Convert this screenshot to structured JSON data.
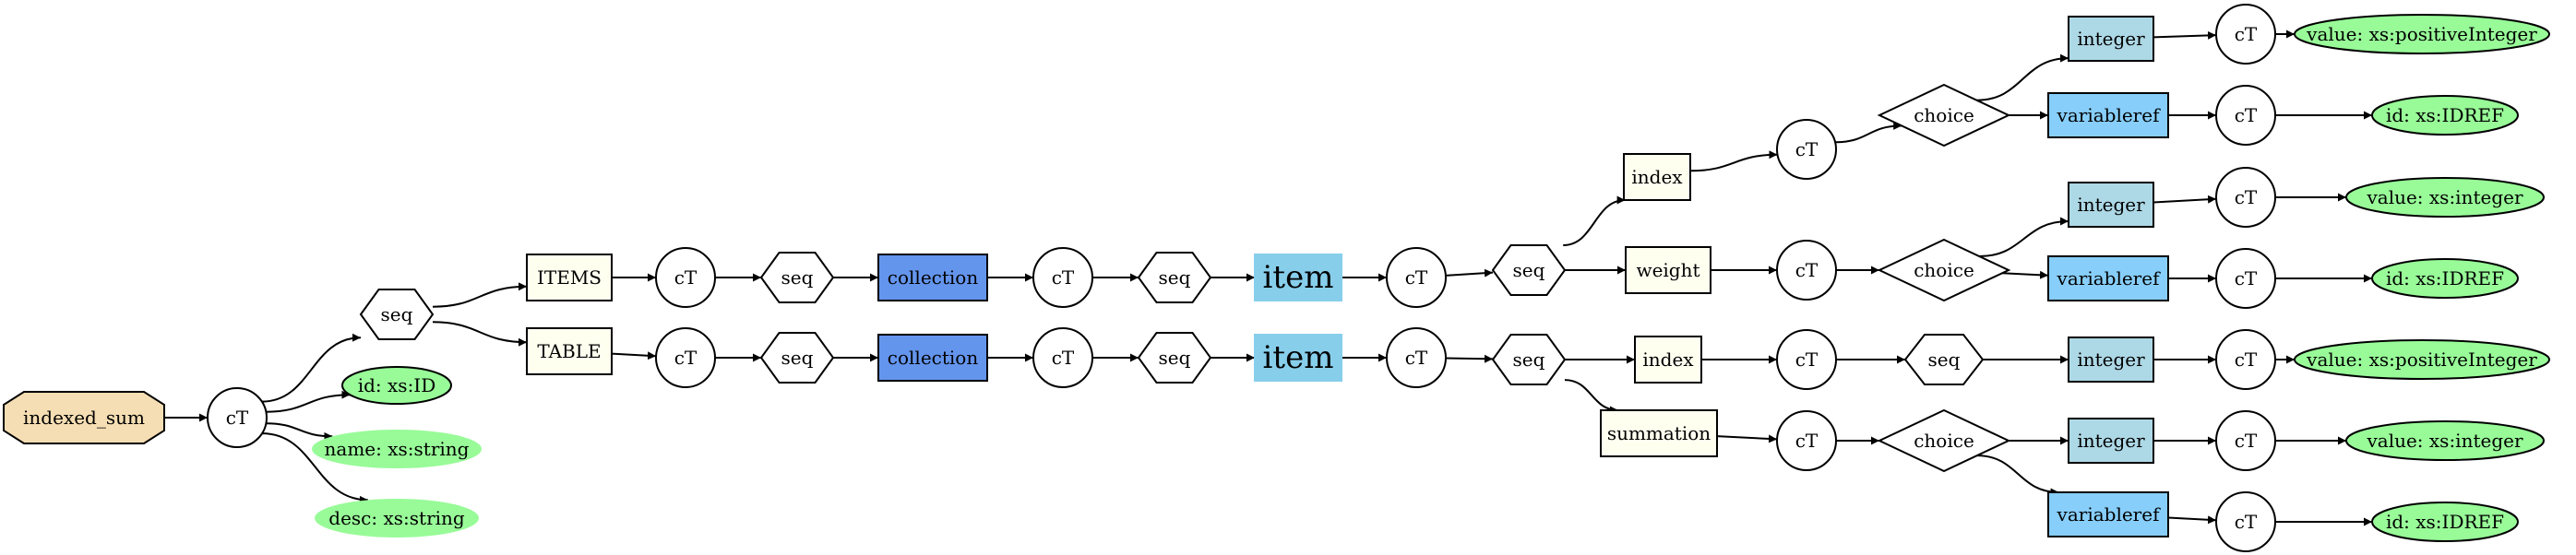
{
  "diagram": {
    "colors": {
      "root": "#f5deb3",
      "attribute": "#98fb98",
      "element_block": "#fffff0",
      "collection": "#6495ed",
      "item": "#87ceeb",
      "integer": "#add8e6",
      "variableref": "#87cefa",
      "plain": "#ffffff"
    },
    "nodes": [
      {
        "id": "root",
        "label": "indexed_sum",
        "kind": "octagon",
        "color": "root"
      },
      {
        "id": "ct0",
        "label": "cT",
        "kind": "circle",
        "color": "plain"
      },
      {
        "id": "seq0",
        "label": "seq",
        "kind": "hexagon",
        "color": "plain"
      },
      {
        "id": "attr_id",
        "label": "id: xs:ID",
        "kind": "ellipse",
        "color": "attribute"
      },
      {
        "id": "attr_name",
        "label": "name: xs:string",
        "kind": "ellipse-noborder",
        "color": "attribute"
      },
      {
        "id": "attr_desc",
        "label": "desc: xs:string",
        "kind": "ellipse-noborder",
        "color": "attribute"
      },
      {
        "id": "items",
        "label": "ITEMS",
        "kind": "box",
        "color": "element_block"
      },
      {
        "id": "ct_items",
        "label": "cT",
        "kind": "circle",
        "color": "plain"
      },
      {
        "id": "seq_items",
        "label": "seq",
        "kind": "hexagon",
        "color": "plain"
      },
      {
        "id": "coll_items",
        "label": "collection",
        "kind": "box",
        "color": "collection"
      },
      {
        "id": "ct_coll_items",
        "label": "cT",
        "kind": "circle",
        "color": "plain"
      },
      {
        "id": "seq_coll_items",
        "label": "seq",
        "kind": "hexagon",
        "color": "plain"
      },
      {
        "id": "item_items",
        "label": "item",
        "kind": "box-big",
        "color": "item"
      },
      {
        "id": "ct_item_items",
        "label": "cT",
        "kind": "circle",
        "color": "plain"
      },
      {
        "id": "seq_item_items",
        "label": "seq",
        "kind": "hexagon",
        "color": "plain"
      },
      {
        "id": "index1",
        "label": "index",
        "kind": "box",
        "color": "element_block"
      },
      {
        "id": "ct_index1",
        "label": "cT",
        "kind": "circle",
        "color": "plain"
      },
      {
        "id": "choice_index1",
        "label": "choice",
        "kind": "diamond",
        "color": "plain"
      },
      {
        "id": "int_index1",
        "label": "integer",
        "kind": "box",
        "color": "integer"
      },
      {
        "id": "ct_int_index1",
        "label": "cT",
        "kind": "circle",
        "color": "plain"
      },
      {
        "id": "val_int_index1",
        "label": "value: xs:positiveInteger",
        "kind": "ellipse",
        "color": "attribute"
      },
      {
        "id": "var_index1",
        "label": "variableref",
        "kind": "box",
        "color": "variableref"
      },
      {
        "id": "ct_var_index1",
        "label": "cT",
        "kind": "circle",
        "color": "plain"
      },
      {
        "id": "id_var_index1",
        "label": "id: xs:IDREF",
        "kind": "ellipse",
        "color": "attribute"
      },
      {
        "id": "weight",
        "label": "weight",
        "kind": "box",
        "color": "element_block"
      },
      {
        "id": "ct_weight",
        "label": "cT",
        "kind": "circle",
        "color": "plain"
      },
      {
        "id": "choice_weight",
        "label": "choice",
        "kind": "diamond",
        "color": "plain"
      },
      {
        "id": "int_weight",
        "label": "integer",
        "kind": "box",
        "color": "integer"
      },
      {
        "id": "ct_int_weight",
        "label": "cT",
        "kind": "circle",
        "color": "plain"
      },
      {
        "id": "val_int_weight",
        "label": "value: xs:integer",
        "kind": "ellipse",
        "color": "attribute"
      },
      {
        "id": "var_weight",
        "label": "variableref",
        "kind": "box",
        "color": "variableref"
      },
      {
        "id": "ct_var_weight",
        "label": "cT",
        "kind": "circle",
        "color": "plain"
      },
      {
        "id": "id_var_weight",
        "label": "id: xs:IDREF",
        "kind": "ellipse",
        "color": "attribute"
      },
      {
        "id": "table",
        "label": "TABLE",
        "kind": "box",
        "color": "element_block"
      },
      {
        "id": "ct_table",
        "label": "cT",
        "kind": "circle",
        "color": "plain"
      },
      {
        "id": "seq_table",
        "label": "seq",
        "kind": "hexagon",
        "color": "plain"
      },
      {
        "id": "coll_table",
        "label": "collection",
        "kind": "box",
        "color": "collection"
      },
      {
        "id": "ct_coll_table",
        "label": "cT",
        "kind": "circle",
        "color": "plain"
      },
      {
        "id": "seq_coll_table",
        "label": "seq",
        "kind": "hexagon",
        "color": "plain"
      },
      {
        "id": "item_table",
        "label": "item",
        "kind": "box-big",
        "color": "item"
      },
      {
        "id": "ct_item_table",
        "label": "cT",
        "kind": "circle",
        "color": "plain"
      },
      {
        "id": "seq_item_table",
        "label": "seq",
        "kind": "hexagon",
        "color": "plain"
      },
      {
        "id": "index2",
        "label": "index",
        "kind": "box",
        "color": "element_block"
      },
      {
        "id": "ct_index2",
        "label": "cT",
        "kind": "circle",
        "color": "plain"
      },
      {
        "id": "seq_index2",
        "label": "seq",
        "kind": "hexagon",
        "color": "plain"
      },
      {
        "id": "int_index2",
        "label": "integer",
        "kind": "box",
        "color": "integer"
      },
      {
        "id": "ct_int_index2",
        "label": "cT",
        "kind": "circle",
        "color": "plain"
      },
      {
        "id": "val_int_index2",
        "label": "value: xs:positiveInteger",
        "kind": "ellipse",
        "color": "attribute"
      },
      {
        "id": "summation",
        "label": "summation",
        "kind": "box",
        "color": "element_block"
      },
      {
        "id": "ct_sum",
        "label": "cT",
        "kind": "circle",
        "color": "plain"
      },
      {
        "id": "choice_sum",
        "label": "choice",
        "kind": "diamond",
        "color": "plain"
      },
      {
        "id": "int_sum",
        "label": "integer",
        "kind": "box",
        "color": "integer"
      },
      {
        "id": "ct_int_sum",
        "label": "cT",
        "kind": "circle",
        "color": "plain"
      },
      {
        "id": "val_int_sum",
        "label": "value: xs:integer",
        "kind": "ellipse",
        "color": "attribute"
      },
      {
        "id": "var_sum",
        "label": "variableref",
        "kind": "box",
        "color": "variableref"
      },
      {
        "id": "ct_var_sum",
        "label": "cT",
        "kind": "circle",
        "color": "plain"
      },
      {
        "id": "id_var_sum",
        "label": "id: xs:IDREF",
        "kind": "ellipse",
        "color": "attribute"
      }
    ],
    "edges": [
      [
        "root",
        "ct0"
      ],
      [
        "ct0",
        "seq0"
      ],
      [
        "ct0",
        "attr_id"
      ],
      [
        "ct0",
        "attr_name"
      ],
      [
        "ct0",
        "attr_desc"
      ],
      [
        "seq0",
        "items"
      ],
      [
        "seq0",
        "table"
      ],
      [
        "items",
        "ct_items"
      ],
      [
        "ct_items",
        "seq_items"
      ],
      [
        "seq_items",
        "coll_items"
      ],
      [
        "coll_items",
        "ct_coll_items"
      ],
      [
        "ct_coll_items",
        "seq_coll_items"
      ],
      [
        "seq_coll_items",
        "item_items"
      ],
      [
        "item_items",
        "ct_item_items"
      ],
      [
        "ct_item_items",
        "seq_item_items"
      ],
      [
        "seq_item_items",
        "index1"
      ],
      [
        "seq_item_items",
        "weight"
      ],
      [
        "index1",
        "ct_index1"
      ],
      [
        "ct_index1",
        "choice_index1"
      ],
      [
        "choice_index1",
        "int_index1"
      ],
      [
        "choice_index1",
        "var_index1"
      ],
      [
        "int_index1",
        "ct_int_index1"
      ],
      [
        "ct_int_index1",
        "val_int_index1"
      ],
      [
        "var_index1",
        "ct_var_index1"
      ],
      [
        "ct_var_index1",
        "id_var_index1"
      ],
      [
        "weight",
        "ct_weight"
      ],
      [
        "ct_weight",
        "choice_weight"
      ],
      [
        "choice_weight",
        "int_weight"
      ],
      [
        "choice_weight",
        "var_weight"
      ],
      [
        "int_weight",
        "ct_int_weight"
      ],
      [
        "ct_int_weight",
        "val_int_weight"
      ],
      [
        "var_weight",
        "ct_var_weight"
      ],
      [
        "ct_var_weight",
        "id_var_weight"
      ],
      [
        "table",
        "ct_table"
      ],
      [
        "ct_table",
        "seq_table"
      ],
      [
        "seq_table",
        "coll_table"
      ],
      [
        "coll_table",
        "ct_coll_table"
      ],
      [
        "ct_coll_table",
        "seq_coll_table"
      ],
      [
        "seq_coll_table",
        "item_table"
      ],
      [
        "item_table",
        "ct_item_table"
      ],
      [
        "ct_item_table",
        "seq_item_table"
      ],
      [
        "seq_item_table",
        "index2"
      ],
      [
        "seq_item_table",
        "summation"
      ],
      [
        "index2",
        "ct_index2"
      ],
      [
        "ct_index2",
        "seq_index2"
      ],
      [
        "seq_index2",
        "int_index2"
      ],
      [
        "int_index2",
        "ct_int_index2"
      ],
      [
        "ct_int_index2",
        "val_int_index2"
      ],
      [
        "summation",
        "ct_sum"
      ],
      [
        "ct_sum",
        "choice_sum"
      ],
      [
        "choice_sum",
        "int_sum"
      ],
      [
        "choice_sum",
        "var_sum"
      ],
      [
        "int_sum",
        "ct_int_sum"
      ],
      [
        "ct_int_sum",
        "val_int_sum"
      ],
      [
        "var_sum",
        "ct_var_sum"
      ],
      [
        "ct_var_sum",
        "id_var_sum"
      ]
    ]
  }
}
